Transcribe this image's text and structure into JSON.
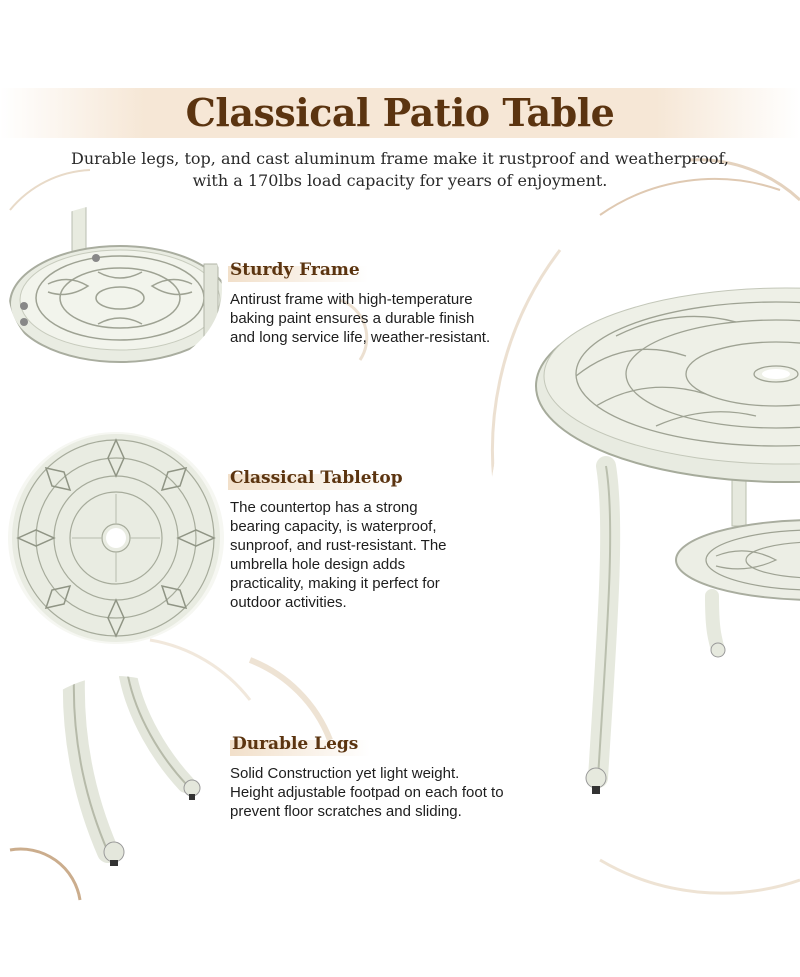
{
  "header": {
    "title": "Classical Patio Table",
    "subtitle_line1": "Durable legs, top, and cast aluminum frame make it rustproof and weatherproof,",
    "subtitle_line2": "with a 170lbs load capacity for years of enjoyment."
  },
  "features": [
    {
      "title": "Sturdy Frame",
      "desc": [
        "Antirust frame with high-temperature",
        "baking paint ensures a durable finish",
        "and long service life, weather-resistant."
      ]
    },
    {
      "title": "Classical Tabletop",
      "desc": [
        "The countertop has a strong",
        "bearing capacity, is waterproof,",
        "sunproof, and rust-resistant. The",
        "umbrella hole design adds",
        "practicality, making it perfect for",
        "outdoor activities."
      ]
    },
    {
      "title": "Durable Legs",
      "desc": [
        "Solid Construction yet light weight.",
        "Height adjustable footpad on each foot to",
        "prevent floor scratches and sliding."
      ]
    }
  ],
  "colors": {
    "title_brown": "#5b3410",
    "band_beige": "#f6e7d6",
    "table_white": "#eef0e6",
    "table_shadow": "#b9bdb0"
  }
}
